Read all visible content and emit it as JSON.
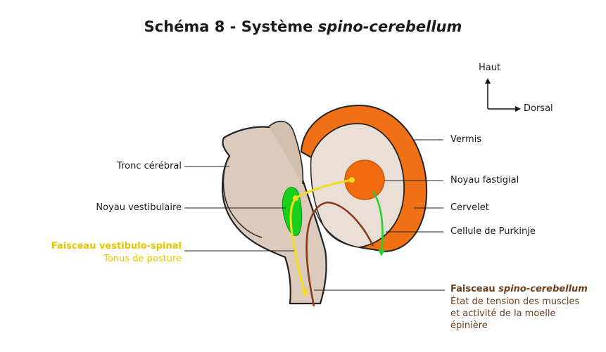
{
  "title": {
    "prefix": "Schéma 8 - Système ",
    "italic": "spino-cerebellum"
  },
  "orientation": {
    "up": "Haut",
    "right": "Dorsal"
  },
  "labels": {
    "tronc": "Tronc cérébral",
    "noyau_vestibulaire": "Noyau vestibulaire",
    "vermis": "Vermis",
    "noyau_fastigial": "Noyau fastigial",
    "cervelet": "Cervelet",
    "purkinje": "Cellule de Purkinje"
  },
  "vestibulo": {
    "title": "Faisceau vestibulo-spinal",
    "subtitle": "Tonus de posture"
  },
  "spino": {
    "title_prefix": "Faisceau ",
    "title_italic": "spino-cerebellum",
    "line1": "État de tension des muscles",
    "line2": "et activité de la moelle",
    "line3": "épinière"
  },
  "colors": {
    "vermis": "#f07016",
    "fastigial": "#f26a10",
    "cerebellum": "#eadfd6",
    "brainstem": "#dccbbd",
    "vestibular_nucleus": "#19d11c",
    "yellow_tract": "#f1dc1f",
    "green_tract": "#27cf33",
    "brown_tract": "#8a3a14"
  }
}
